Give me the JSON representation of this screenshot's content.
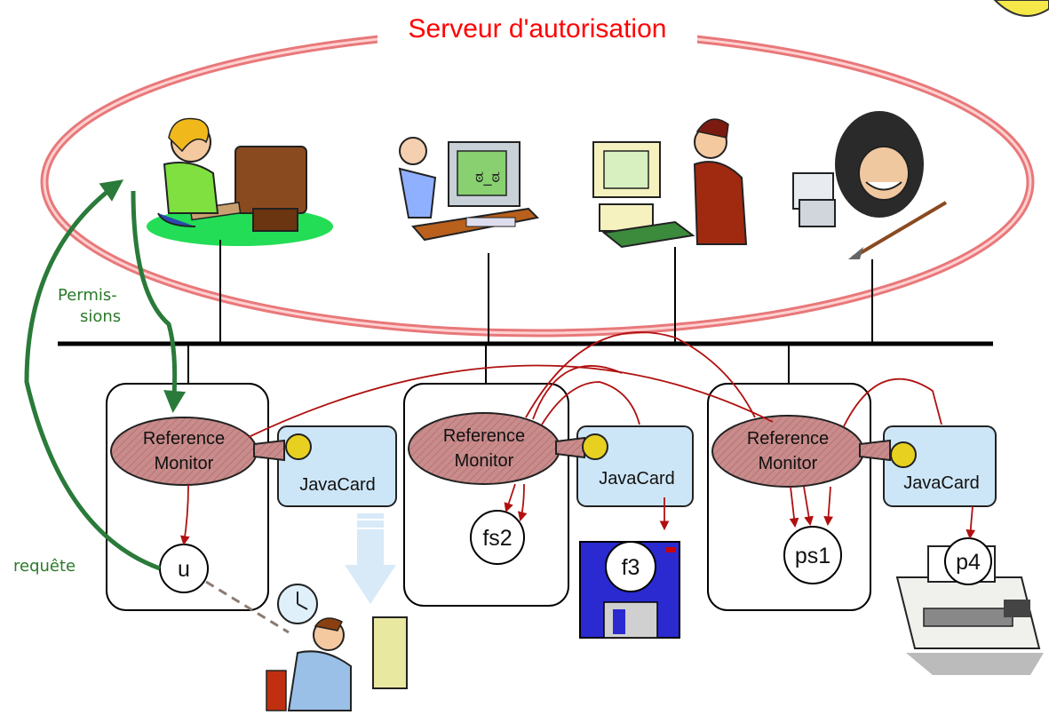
{
  "title": "Serveur d'autorisation",
  "annotations": {
    "permissions_line1": "Permis-",
    "permissions_line2": "sions",
    "requete": "requête"
  },
  "nodes": [
    {
      "monitor_line1": "Reference",
      "monitor_line2": "Monitor",
      "card": "JavaCard",
      "resource": "u"
    },
    {
      "monitor_line1": "Reference",
      "monitor_line2": "Monitor",
      "card": "JavaCard",
      "resource": "fs2"
    },
    {
      "monitor_line1": "Reference",
      "monitor_line2": "Monitor",
      "card": "JavaCard",
      "resource": "ps1"
    }
  ],
  "extra_resources": {
    "floppy": "f3",
    "printer": "p4"
  },
  "colors": {
    "ellipse": "#e8787a",
    "monitor": "#c98c8c",
    "card": "#cde6f7",
    "arrow_red": "#b01010",
    "arrow_green": "#2a7a3a",
    "floppy": "#2a2ad0"
  },
  "icons": [
    "user-girl-icon",
    "stressed-user-icon",
    "office-user-icon",
    "caveman-user-icon",
    "worried-user-icon",
    "clock-icon",
    "floppy-disk-icon",
    "printer-icon",
    "key-icon"
  ]
}
